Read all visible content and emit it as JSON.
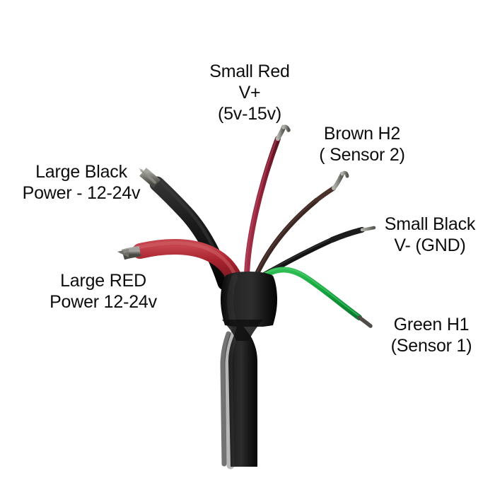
{
  "image": {
    "title": "Wire harness pinout diagram",
    "background_color": "#ffffff",
    "text_color": "#0d0d0d"
  },
  "labels": {
    "small_red": {
      "line1": "Small Red",
      "line2": "V+",
      "line3": "(5v-15v)"
    },
    "brown_h2": {
      "line1": "Brown H2",
      "line2": "( Sensor 2)"
    },
    "large_black": {
      "line1": "Large Black",
      "line2": "Power - 12-24v"
    },
    "small_black": {
      "line1": "Small Black",
      "line2": "V- (GND)"
    },
    "large_red": {
      "line1": "Large RED",
      "line2": "Power 12-24v"
    },
    "green_h1": {
      "line1": "Green H1",
      "line2": "(Sensor 1)"
    }
  },
  "wires": [
    {
      "name": "large-black-wire",
      "label": "Large Black Power - 12-24v",
      "insulation_color": "#171717",
      "tip_color": "#6e6e68",
      "gauge": "large",
      "function": "Power negative 12-24v"
    },
    {
      "name": "large-red-wire",
      "label": "Large RED Power 12-24v",
      "insulation_color": "#a8232e",
      "tip_color": "#6e6e68",
      "gauge": "large",
      "function": "Power positive 12-24v"
    },
    {
      "name": "small-red-wire",
      "label": "Small Red V+ (5v-15v)",
      "insulation_color": "#8e2036",
      "tip_color": "#8c8c86",
      "gauge": "small",
      "function": "V+ 5v-15v"
    },
    {
      "name": "brown-wire",
      "label": "Brown H2 ( Sensor 2)",
      "insulation_color": "#3a2622",
      "tip_color": "#8c8c86",
      "gauge": "small",
      "function": "Sensor 2 signal H2"
    },
    {
      "name": "small-black-wire",
      "label": "Small Black V- (GND)",
      "insulation_color": "#141414",
      "tip_color": "#6e6e68",
      "gauge": "small",
      "function": "V- ground"
    },
    {
      "name": "green-wire",
      "label": "Green H1 (Sensor 1)",
      "insulation_color": "#11a03b",
      "tip_color": "#55524d",
      "gauge": "small",
      "function": "Sensor 1 signal H1"
    }
  ],
  "cable": {
    "name": "main-cable",
    "jacket_color": "#111111",
    "boot_color": "#1a1a1a"
  }
}
